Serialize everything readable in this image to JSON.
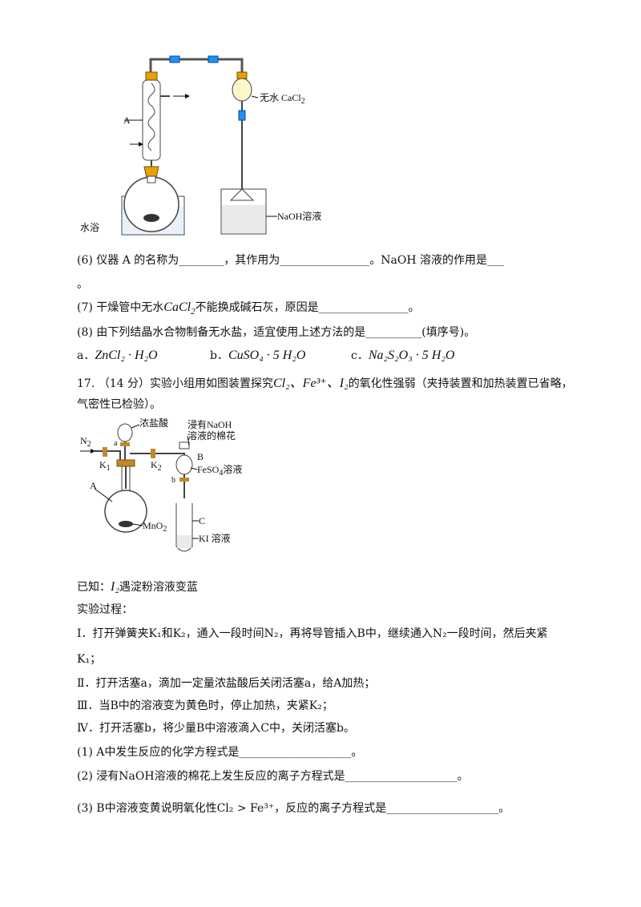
{
  "figure1": {
    "label_A": "A",
    "label_bath": "水浴",
    "label_cacl2": "无水 CaCl",
    "label_cacl2_sub": "2",
    "label_naoh": "NaOH溶液"
  },
  "q6": {
    "text": "(6) 仪器 A 的名称为________，其作用为________________。NaOH 溶液的作用是___",
    "cont": "。"
  },
  "q7": {
    "pre": "(7) 干燥管中无水",
    "formula": "CaCl",
    "sub": "2",
    "post": "不能换成碱石灰，原因是________________。"
  },
  "q8": {
    "text": "(8) 由下列结晶水合物制备无水盐，适宜使用上述方法的是__________(填序号)。"
  },
  "options": {
    "a_label": "a．",
    "a_formula": "ZnCl₂ · H₂O",
    "b_label": "b．",
    "b_formula": "CuSO₄ · 5 H₂O",
    "c_label": "c．",
    "c_formula": "Na₂S₂O₃ · 5 H₂O"
  },
  "q17": {
    "line1_pre": "17.  （14 分）实验小组用如图装置探究",
    "line1_species": "Cl₂、Fe³⁺、I₂",
    "line1_post": "的氧化性强弱（夹持装置和加热装置已省略，",
    "line2": "气密性已检验）。"
  },
  "figure2": {
    "conc_hcl": "浓盐酸",
    "n2": "N",
    "n2_sub": "2",
    "a": "a",
    "k1": "K",
    "k1_sub": "1",
    "k2": "K",
    "k2_sub": "2",
    "cotton1": "浸有NaOH",
    "cotton2": "溶液的棉花",
    "b_upper": "B",
    "feso4": "FeSO",
    "feso4_sub": "4",
    "feso4_post": "溶液",
    "b_lower": "b",
    "A": "A",
    "mno2": "MnO",
    "mno2_sub": "2",
    "C": "C",
    "ki": "KI 溶液"
  },
  "known": {
    "pre": "已知：",
    "formula": "I₂",
    "post": "遇淀粉溶液变蓝"
  },
  "process_title": "实验过程：",
  "steps": {
    "s1_line1": "Ⅰ．打开弹簧夹K₁和K₂，通入一段时间N₂，再将导管插入B中，继续通入N₂一段时间，然后夹紧",
    "s1_line2": "K₁；",
    "s2": "Ⅱ．打开活塞a，滴加一定量浓盐酸后关闭活塞a，给A加热；",
    "s3": "Ⅲ．当B中的溶液变为黄色时，停止加热，夹紧K₂；",
    "s4": "Ⅳ．打开活塞b，将少量B中溶液滴入C中，关闭活塞b。"
  },
  "questions": {
    "p1": "(1) A中发生反应的化学方程式是____________________。",
    "p2": "(2) 浸有NaOH溶液的棉花上发生反应的离子方程式是____________________。",
    "p3": "(3) B中溶液变黄说明氧化性Cl₂ > Fe³⁺，反应的离子方程式是____________________。"
  }
}
